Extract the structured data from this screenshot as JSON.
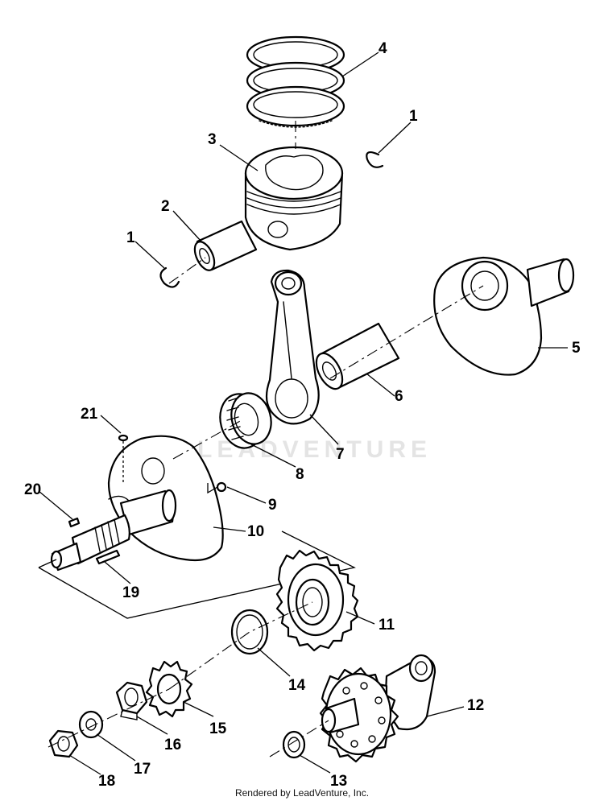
{
  "watermark": "LEADVENTURE",
  "credit": "Rendered by LeadVenture, Inc.",
  "callouts": [
    "1",
    "4",
    "3",
    "1",
    "2",
    "5",
    "6",
    "7",
    "8",
    "21",
    "9",
    "20",
    "10",
    "19",
    "11",
    "14",
    "12",
    "15",
    "16",
    "17",
    "18",
    "13"
  ],
  "colors": {
    "line": "#000000",
    "background": "#ffffff",
    "watermark": "#e4e4e4"
  }
}
